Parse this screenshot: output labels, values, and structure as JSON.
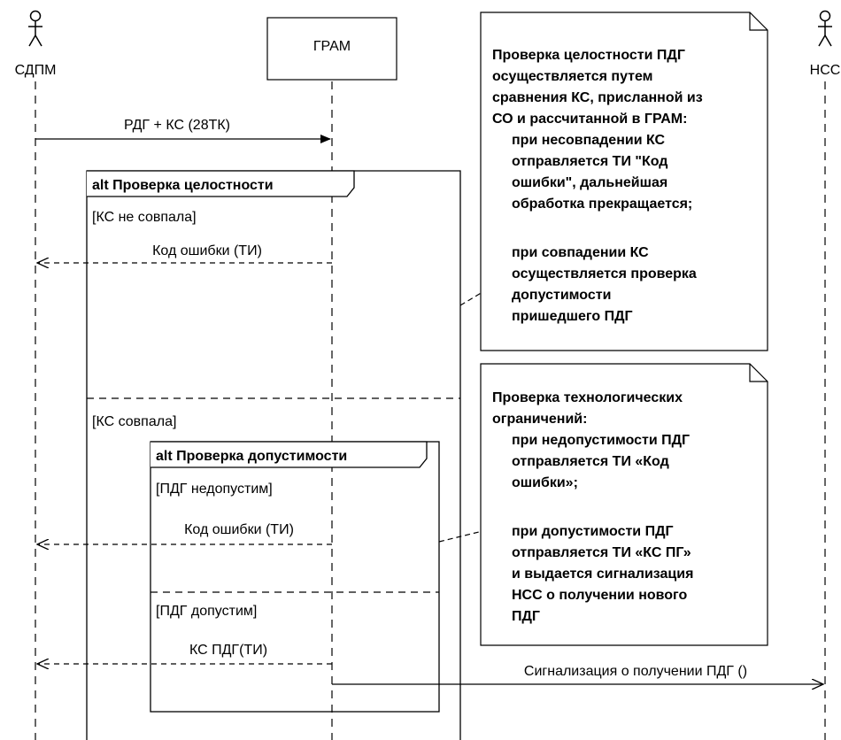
{
  "actors": {
    "left": {
      "label": "СДПМ",
      "icon": "actor-icon"
    },
    "center": {
      "label": "ГРАМ"
    },
    "right": {
      "label": "НСС",
      "icon": "actor-icon"
    }
  },
  "messages": {
    "m1": "РДГ + КС (28ТК)",
    "m2": "Код ошибки (ТИ)",
    "m3": "Код ошибки (ТИ)",
    "m4": "КС ПДГ(ТИ)",
    "m5": "Сигнализация о получении ПДГ ()"
  },
  "fragments": {
    "outer": {
      "title": "alt Проверка целостности",
      "guard1": "[КС не совпала]",
      "guard2": "[КС  совпала]"
    },
    "inner": {
      "title": "alt Проверка допустимости",
      "guard1": "[ПДГ недопустим]",
      "guard2": "[ПДГ допустим]"
    }
  },
  "notes": {
    "note1": {
      "lines": [
        "Проверка целостности ПДГ",
        "осуществляется путем",
        "сравнения КС, присланной из",
        "СО и рассчитанной в ГРАМ:",
        "при несовпадении КС",
        "отправляется ТИ \"Код",
        "ошибки\", дальнейшая",
        "обработка прекращается;",
        "при совпадении КС",
        "осуществляется проверка",
        "допустимости",
        "пришедшего ПДГ"
      ]
    },
    "note2": {
      "lines": [
        "Проверка технологических",
        "ограничений:",
        "при недопустимости ПДГ",
        "отправляется ТИ «Код",
        "ошибки»;",
        "при допустимости ПДГ",
        "отправляется ТИ «КС ПГ»",
        "и выдается сигнализация",
        "НСС о получении нового",
        "ПДГ"
      ]
    }
  }
}
